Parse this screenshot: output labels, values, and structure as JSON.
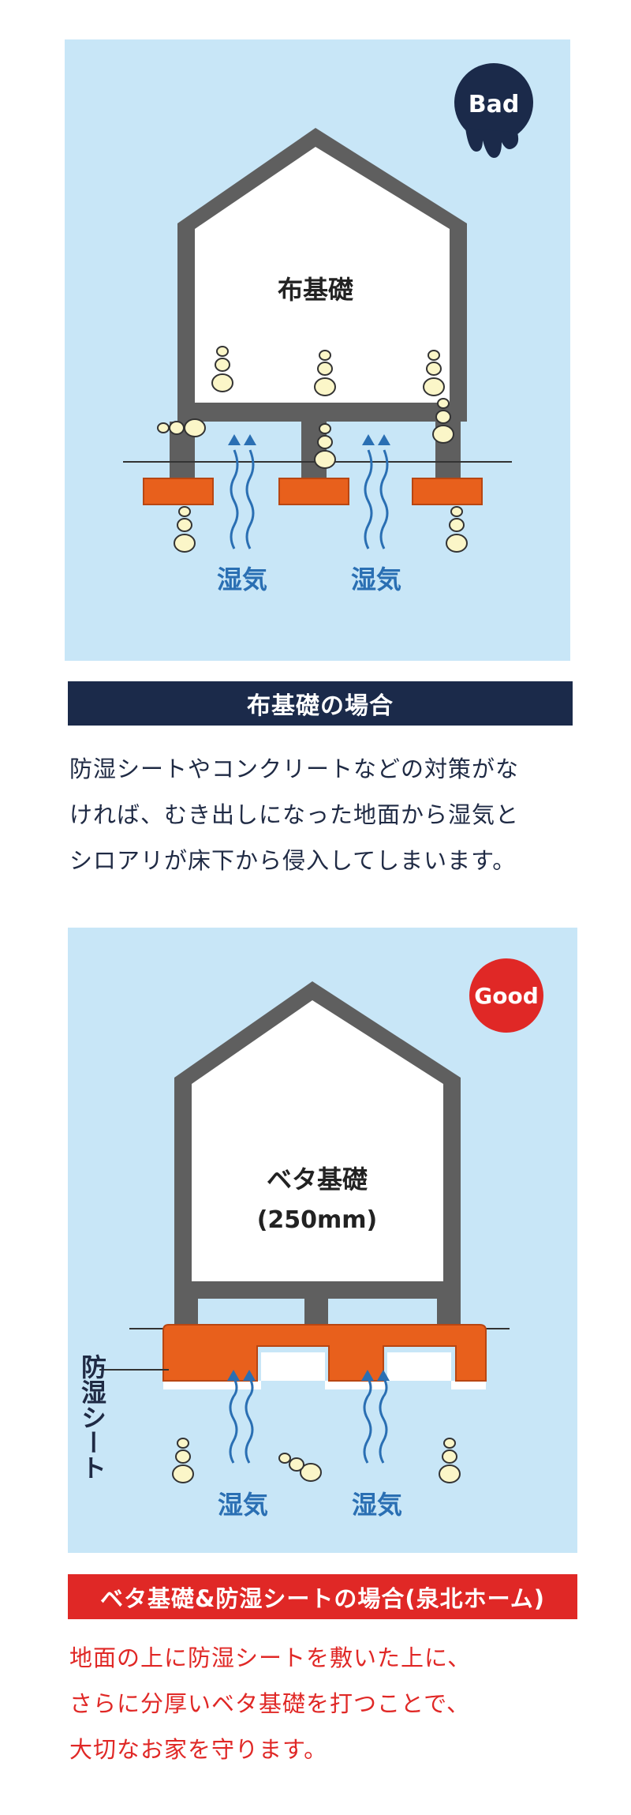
{
  "section1": {
    "badge": "Bad",
    "house_label": "布基礎",
    "moisture_labels": [
      "湿気",
      "湿気"
    ],
    "caption": "布基礎の場合",
    "description": "防湿シートやコンクリートなどの対策がな\nければ、むき出しになった地面から湿気と\nシロアリが床下から侵入してしまいます。",
    "badge_color": "#1b2a4a"
  },
  "section2": {
    "badge": "Good",
    "house_label": "ベタ基礎",
    "house_sublabel": "(250mm)",
    "sheet_label": "防湿シート",
    "moisture_labels": [
      "湿気",
      "湿気"
    ],
    "caption": "ベタ基礎&防湿シートの場合(泉北ホーム)",
    "description": "地面の上に防湿シートを敷いた上に、\nさらに分厚いベタ基礎を打つことで、\n大切なお家を守ります。",
    "badge_color": "#e02826"
  },
  "colors": {
    "panel": "#c8e6f7",
    "wall": "#5f5f5f",
    "foundation": "#e8601c",
    "arrow": "#2a6fb3",
    "navy": "#1b2a4a",
    "red": "#e02826"
  }
}
